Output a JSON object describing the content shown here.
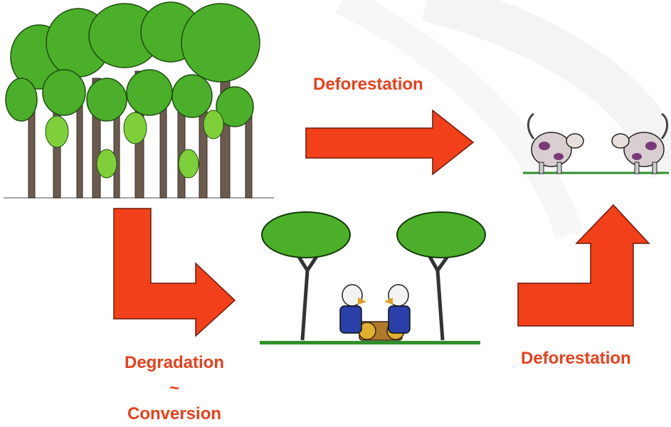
{
  "labels": {
    "deforestation_top": "Deforestation",
    "deforestation_right": "Deforestation",
    "degradation": "Degradation",
    "tilde": "~",
    "conversion": "Conversion"
  },
  "colors": {
    "arrow_fill": "#f2401a",
    "arrow_stroke": "#6b1a0a",
    "label_text": "#e8401b",
    "tree_green": "#4caf2a",
    "trunk": "#6b5a4e",
    "grass": "#2f8f2a"
  },
  "icons": [
    "forest-illustration",
    "two-savanna-trees-illustration",
    "loggers-with-log-illustration",
    "two-cows-pasture-illustration",
    "right-arrow",
    "l-shaped-arrow",
    "up-arrow"
  ]
}
